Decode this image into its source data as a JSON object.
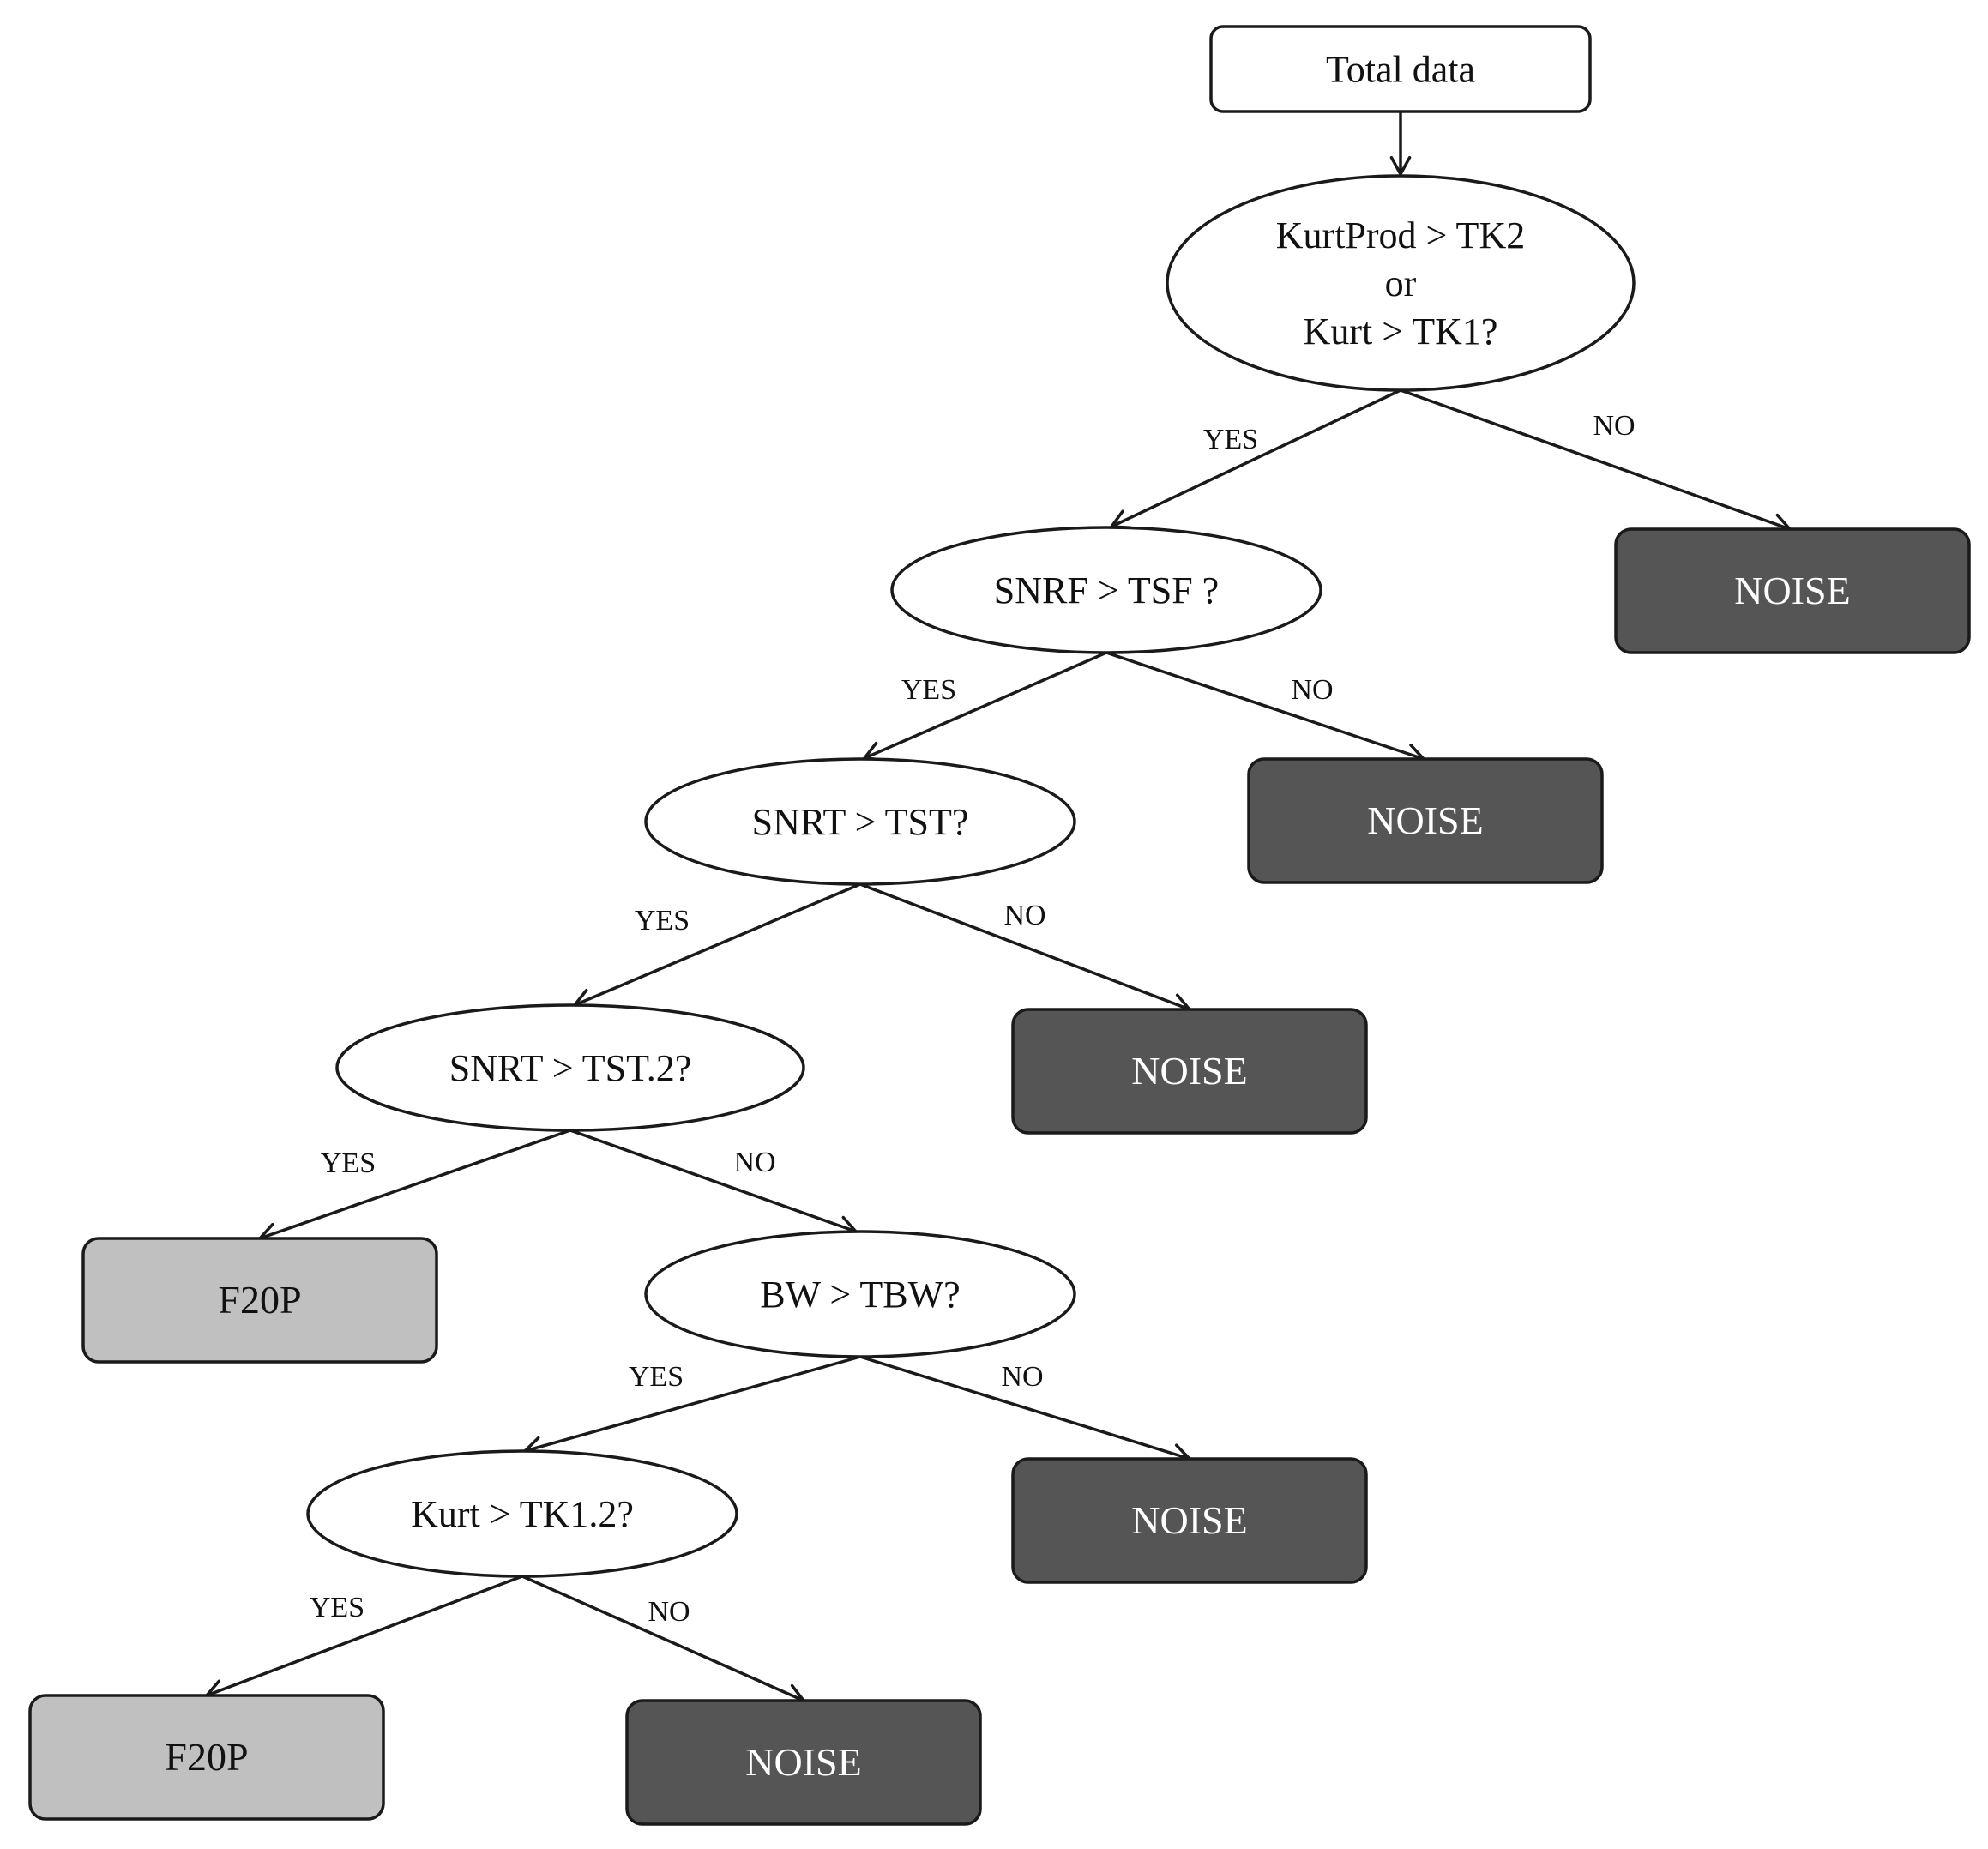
{
  "colors": {
    "noise_fill": "#555555",
    "f20p_fill": "#c0c0c0",
    "stroke": "#1a1a1a"
  },
  "nodes": [
    {
      "id": "total-data",
      "shape": "rect",
      "style": "plain",
      "lines": [
        "Total data"
      ]
    },
    {
      "id": "kurtprod",
      "shape": "ellipse",
      "lines": [
        "KurtProd > TK2",
        "or",
        "Kurt > TK1?"
      ]
    },
    {
      "id": "snrf",
      "shape": "ellipse",
      "lines": [
        "SNRF > TSF ?"
      ]
    },
    {
      "id": "noise-1",
      "shape": "rect",
      "style": "noise",
      "lines": [
        "NOISE"
      ]
    },
    {
      "id": "snrt",
      "shape": "ellipse",
      "lines": [
        "SNRT > TST?"
      ]
    },
    {
      "id": "noise-2",
      "shape": "rect",
      "style": "noise",
      "lines": [
        "NOISE"
      ]
    },
    {
      "id": "snrt2",
      "shape": "ellipse",
      "lines": [
        "SNRT > TST.2?"
      ]
    },
    {
      "id": "noise-3",
      "shape": "rect",
      "style": "noise",
      "lines": [
        "NOISE"
      ]
    },
    {
      "id": "f20p-1",
      "shape": "rect",
      "style": "f20p",
      "lines": [
        "F20P"
      ]
    },
    {
      "id": "bw",
      "shape": "ellipse",
      "lines": [
        "BW > TBW?"
      ]
    },
    {
      "id": "kurt12",
      "shape": "ellipse",
      "lines": [
        "Kurt > TK1.2?"
      ]
    },
    {
      "id": "noise-4",
      "shape": "rect",
      "style": "noise",
      "lines": [
        "NOISE"
      ]
    },
    {
      "id": "f20p-2",
      "shape": "rect",
      "style": "f20p",
      "lines": [
        "F20P"
      ]
    },
    {
      "id": "noise-5",
      "shape": "rect",
      "style": "noise",
      "lines": [
        "NOISE"
      ]
    }
  ],
  "edges": [
    {
      "from": "total-data",
      "to": "kurtprod",
      "label": ""
    },
    {
      "from": "kurtprod",
      "to": "snrf",
      "label": "YES"
    },
    {
      "from": "kurtprod",
      "to": "noise-1",
      "label": "NO"
    },
    {
      "from": "snrf",
      "to": "snrt",
      "label": "YES"
    },
    {
      "from": "snrf",
      "to": "noise-2",
      "label": "NO"
    },
    {
      "from": "snrt",
      "to": "snrt2",
      "label": "YES"
    },
    {
      "from": "snrt",
      "to": "noise-3",
      "label": "NO"
    },
    {
      "from": "snrt2",
      "to": "f20p-1",
      "label": "YES"
    },
    {
      "from": "snrt2",
      "to": "bw",
      "label": "NO"
    },
    {
      "from": "bw",
      "to": "kurt12",
      "label": "YES"
    },
    {
      "from": "bw",
      "to": "noise-4",
      "label": "NO"
    },
    {
      "from": "kurt12",
      "to": "f20p-2",
      "label": "YES"
    },
    {
      "from": "kurt12",
      "to": "noise-5",
      "label": "NO"
    }
  ]
}
